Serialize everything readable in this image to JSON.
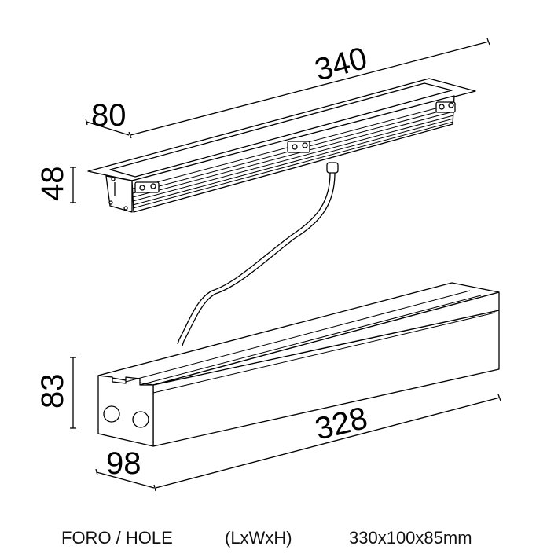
{
  "dimensions": {
    "fixture_length": "340",
    "fixture_width": "80",
    "fixture_height": "48",
    "housing_height": "83",
    "housing_width": "98",
    "housing_length": "328"
  },
  "caption": {
    "label": "FORO / HOLE",
    "format": "(LxWxH)",
    "value": "330x100x85mm"
  },
  "colors": {
    "line": "#000000",
    "background": "#ffffff"
  }
}
